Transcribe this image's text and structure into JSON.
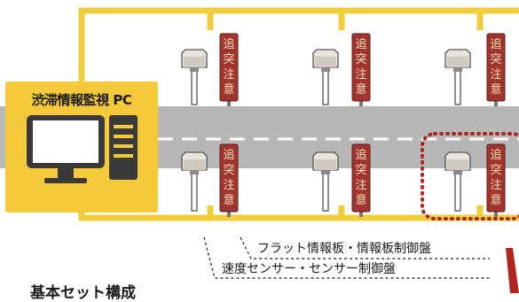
{
  "pc_label": "渋滞情報監視 PC",
  "sign_chars": [
    "追",
    "突",
    "注",
    "意"
  ],
  "label_board": "フラット情報板・情報板制御盤",
  "label_sensor": "速度センサー・センサー制御盤",
  "caption": "基本セット構成",
  "colors": {
    "cable": "#f2cd3a",
    "road": "#b7b7b7",
    "sign_bg": "#a2342f",
    "sign_text": "#f5e3b4",
    "highlight": "#b0261f",
    "pc_box": "#f4c93a"
  }
}
